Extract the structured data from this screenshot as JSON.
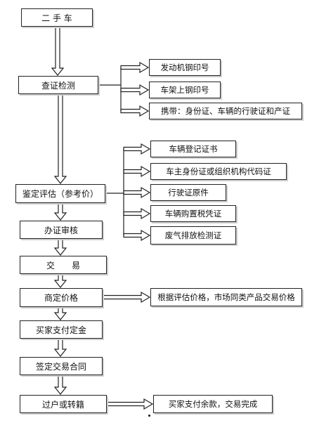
{
  "steps": [
    {
      "id": "s1",
      "label": "二 手 车"
    },
    {
      "id": "s2",
      "label": "查证检测"
    },
    {
      "id": "s3",
      "label": "鉴定评估（参考价）"
    },
    {
      "id": "s4",
      "label": "办证审核"
    },
    {
      "id": "s5",
      "label": "交　　易"
    },
    {
      "id": "s6",
      "label": "商定价格"
    },
    {
      "id": "s7",
      "label": "买家支付定金"
    },
    {
      "id": "s8",
      "label": "签定交易合同"
    },
    {
      "id": "s9",
      "label": "过户或转籍"
    }
  ],
  "inspection_items": [
    "发动机钢印号",
    "车架上钢印号",
    "携带：身份证、车辆的行驶证和产证"
  ],
  "valuation_documents": [
    "车辆登记证书",
    "车主身份证或组织机构代码证",
    "行驶证原件",
    "车辆购置税凭证",
    "废气排放检测证"
  ],
  "price_note": "根据评估价格，市场同类产品交易价格",
  "final_note": "买家支付余款，交易完成"
}
